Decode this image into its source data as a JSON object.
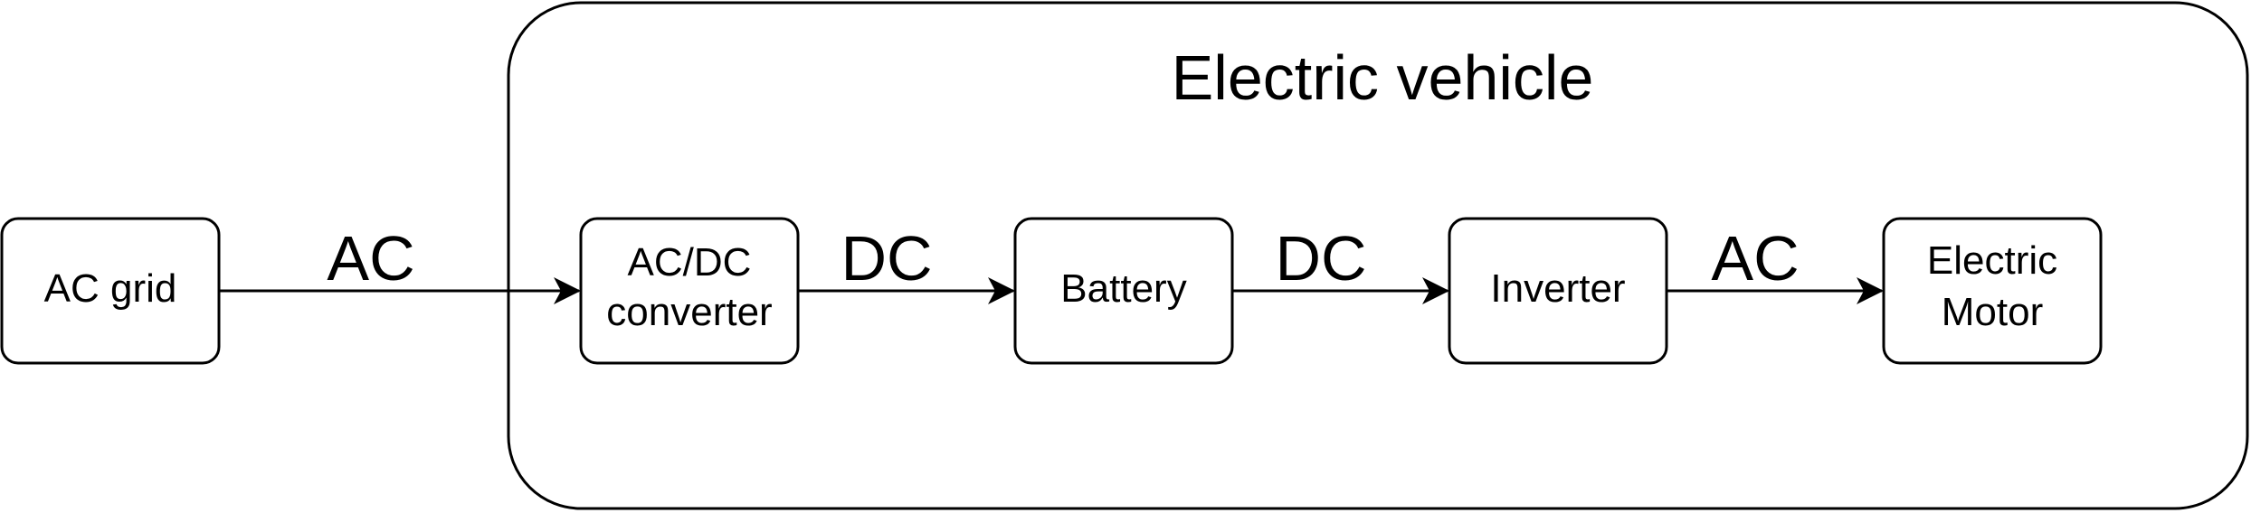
{
  "container": {
    "title": "Electric vehicle"
  },
  "nodes": {
    "ac_grid": {
      "lines": [
        "AC grid"
      ]
    },
    "converter": {
      "lines": [
        "AC/DC",
        "converter"
      ]
    },
    "battery": {
      "lines": [
        "Battery"
      ]
    },
    "inverter": {
      "lines": [
        "Inverter"
      ]
    },
    "motor": {
      "lines": [
        "Electric",
        "Motor"
      ]
    }
  },
  "edges": {
    "grid_to_converter": {
      "label": "AC"
    },
    "converter_to_battery": {
      "label": "DC"
    },
    "battery_to_inverter": {
      "label": "DC"
    },
    "inverter_to_motor": {
      "label": "AC"
    }
  },
  "colors": {
    "stroke": "#000000",
    "fill": "#ffffff",
    "text": "#000000"
  }
}
